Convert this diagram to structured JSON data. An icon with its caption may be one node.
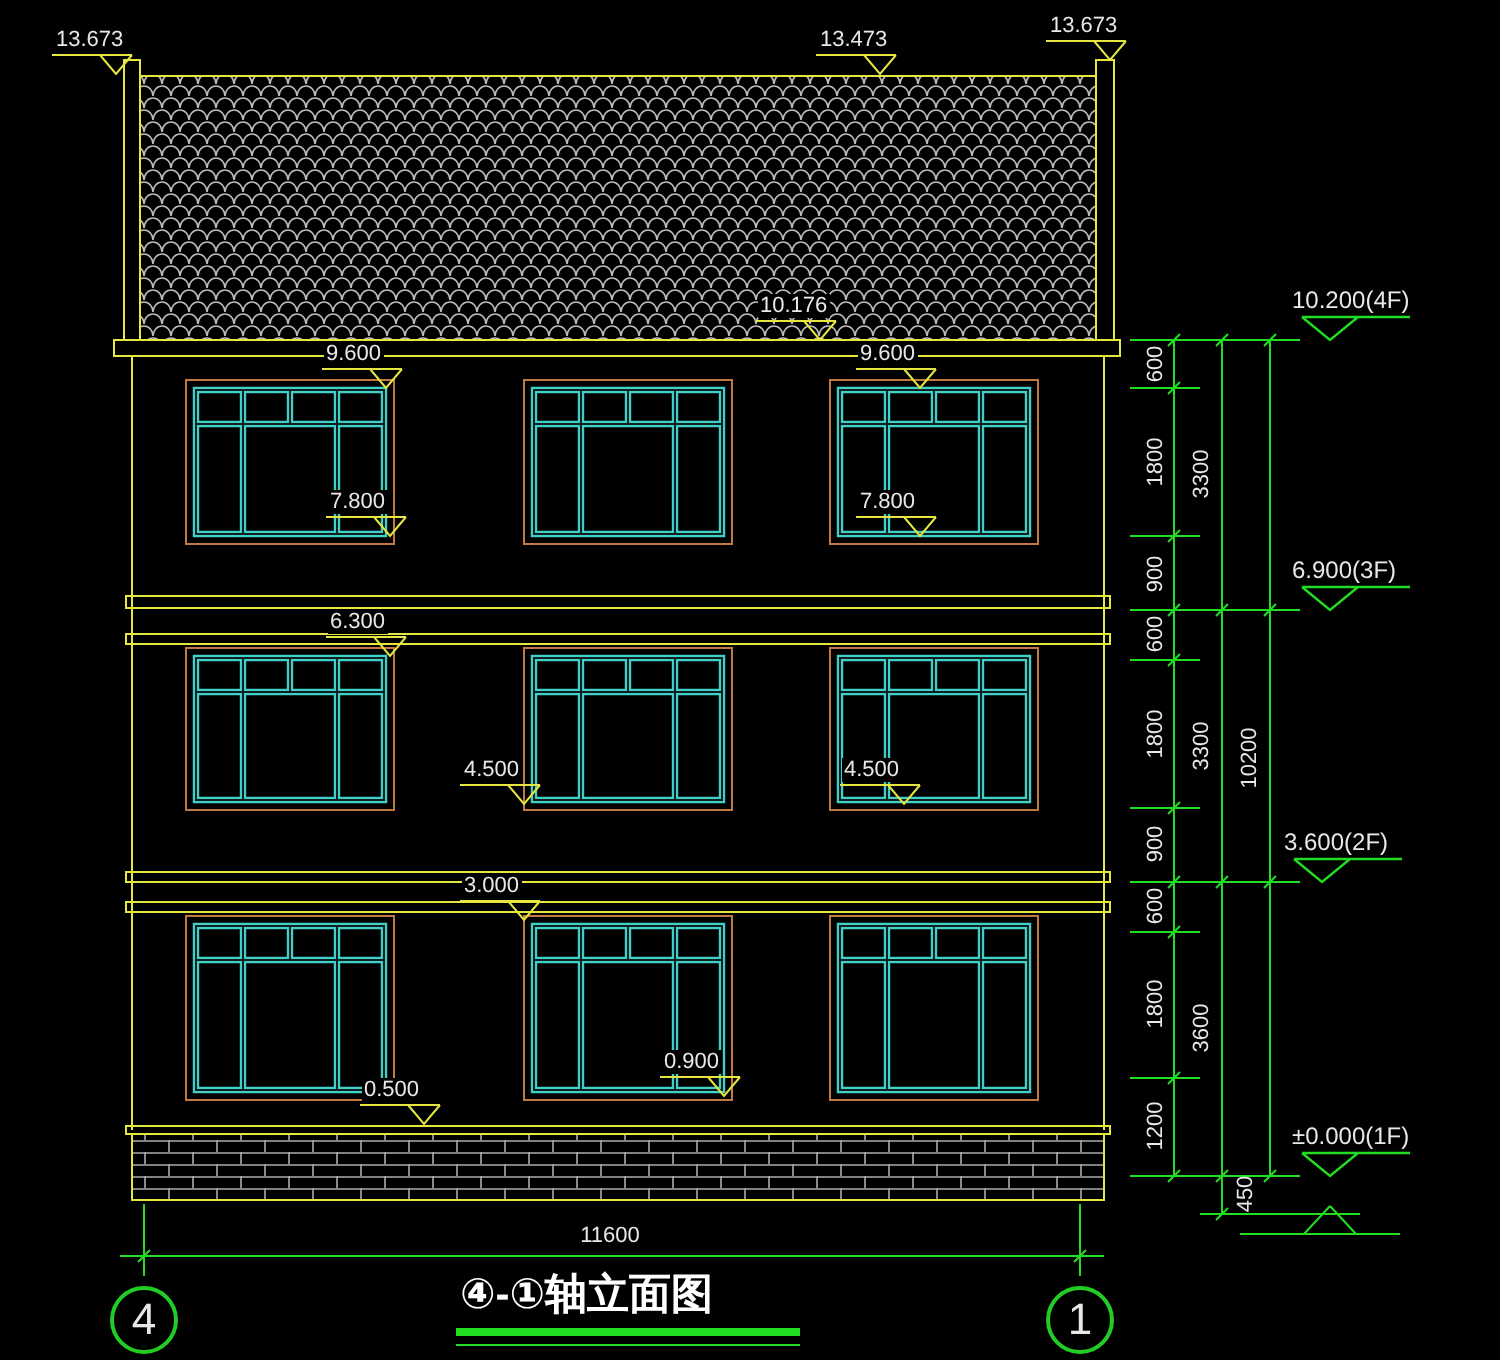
{
  "diagram": {
    "title": "④-①轴立面图",
    "nodes": [
      {
        "text": [
          "4"
        ]
      },
      {
        "text": [
          "1"
        ]
      }
    ],
    "labels": [
      "13.673",
      "13.473",
      "13.673",
      "10.176",
      "10.200(4F)",
      "9.600",
      "9.600",
      "600",
      "1800",
      "3300",
      "7.800",
      "7.800",
      "900",
      "6.900(3F)",
      "6.300",
      "600",
      "1800",
      "3300",
      "10200",
      "4.500",
      "4.500",
      "900",
      "3.600(2F)",
      "3.000",
      "600",
      "1800",
      "3600",
      "0.900",
      "0.500",
      "1200",
      "±0.000(1F)",
      "450",
      "11600"
    ]
  }
}
